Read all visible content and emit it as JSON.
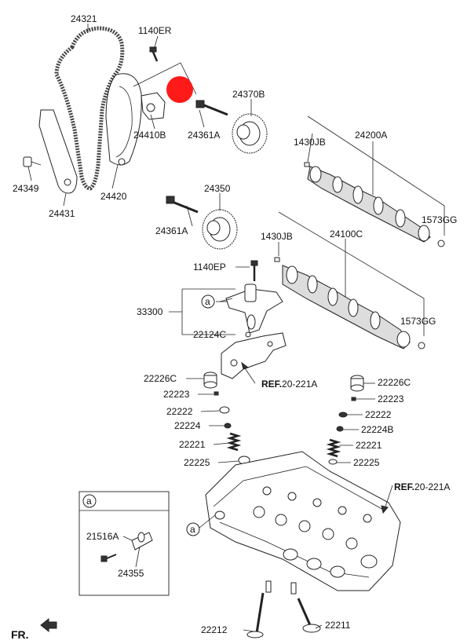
{
  "parts": {
    "p24321": "24321",
    "p1140ER": "1140ER",
    "p24370B": "24370B",
    "p24410B": "24410B",
    "p24361A_1": "24361A",
    "p1430JB_1": "1430JB",
    "p24200A": "24200A",
    "p24349": "24349",
    "p24420": "24420",
    "p24431": "24431",
    "p1573GG_1": "1573GG",
    "p24350": "24350",
    "p24361A_2": "24361A",
    "p1430JB_2": "1430JB",
    "p24100C": "24100C",
    "p1140EP": "1140EP",
    "p33300": "33300",
    "p1573GG_2": "1573GG",
    "p22124C": "22124C",
    "p22226C_l": "22226C",
    "p22226C_r": "22226C",
    "p22223_l": "22223",
    "p22223_r": "22223",
    "p22222_l": "22222",
    "p22222_r": "22222",
    "p22224_l": "22224",
    "p22224B_r": "22224B",
    "p22221_l": "22221",
    "p22221_r": "22221",
    "p22225_l": "22225",
    "p22225_r": "22225",
    "p21516A": "21516A",
    "p24355": "24355",
    "p22212": "22212",
    "p22211": "22211"
  },
  "refs": {
    "ref1_bold": "REF.",
    "ref1_num": "20-221A",
    "ref2_bold": "REF.",
    "ref2_num": "20-221A"
  },
  "callouts": {
    "a1": "a",
    "a2": "a",
    "a_box": "a"
  },
  "front_label": "FR.",
  "colors": {
    "highlight": "#ff1a1a",
    "line": "#222222"
  }
}
